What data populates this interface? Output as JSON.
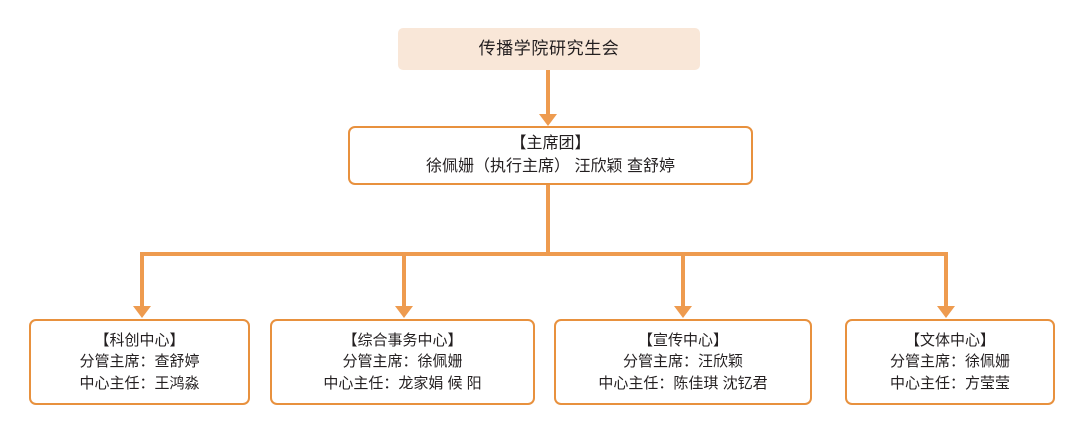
{
  "colors": {
    "connector": "#ee9b4f",
    "box_border": "#e8913e",
    "root_fill": "#f9e7d8",
    "leaf_fill": "#ffffff",
    "text": "#231f20",
    "page_background": "#ffffff"
  },
  "chart_data": {
    "type": "diagram",
    "diagram_kind": "organizational-chart",
    "orientation": "top-down",
    "title": "传播学院研究生会",
    "levels": 3,
    "nodes": [
      {
        "id": "root",
        "level": 0,
        "lines": [
          "传播学院研究生会"
        ],
        "style": "filled-peach-no-border"
      },
      {
        "id": "presidium",
        "level": 1,
        "lines": [
          "【主席团】",
          "徐佩姗（执行主席） 汪欣颖 查舒婷"
        ],
        "style": "white-orange-border"
      },
      {
        "id": "center-kechuang",
        "level": 2,
        "lines": [
          "【科创中心】",
          "分管主席：查舒婷",
          "中心主任：王鸿淼"
        ],
        "style": "white-orange-border"
      },
      {
        "id": "center-zonghe",
        "level": 2,
        "lines": [
          "【综合事务中心】",
          "分管主席：徐佩姗",
          "中心主任：龙家娟 候 阳"
        ],
        "style": "white-orange-border"
      },
      {
        "id": "center-xuanchuan",
        "level": 2,
        "lines": [
          "【宣传中心】",
          "分管主席：汪欣颖",
          "中心主任：陈佳琪 沈钇君"
        ],
        "style": "white-orange-border"
      },
      {
        "id": "center-wenti",
        "level": 2,
        "lines": [
          "【文体中心】",
          "分管主席：徐佩姗",
          "中心主任：方莹莹"
        ],
        "style": "white-orange-border"
      }
    ],
    "edges": [
      {
        "from": "root",
        "to": "presidium",
        "arrow": "down"
      },
      {
        "from": "presidium",
        "to": "center-kechuang",
        "arrow": "down"
      },
      {
        "from": "presidium",
        "to": "center-zonghe",
        "arrow": "down"
      },
      {
        "from": "presidium",
        "to": "center-xuanchuan",
        "arrow": "down"
      },
      {
        "from": "presidium",
        "to": "center-wenti",
        "arrow": "down"
      }
    ]
  },
  "root_node": {
    "title": "传播学院研究生会"
  },
  "presidium_node": {
    "heading": "【主席团】",
    "members": "徐佩姗（执行主席） 汪欣颖 查舒婷"
  },
  "centers": [
    {
      "heading": "【科创中心】",
      "deputy_chair": "分管主席：查舒婷",
      "director": "中心主任：王鸿淼"
    },
    {
      "heading": "【综合事务中心】",
      "deputy_chair": "分管主席：徐佩姗",
      "director": "中心主任：龙家娟 候 阳"
    },
    {
      "heading": "【宣传中心】",
      "deputy_chair": "分管主席：汪欣颖",
      "director": "中心主任：陈佳琪 沈钇君"
    },
    {
      "heading": "【文体中心】",
      "deputy_chair": "分管主席：徐佩姗",
      "director": "中心主任：方莹莹"
    }
  ]
}
